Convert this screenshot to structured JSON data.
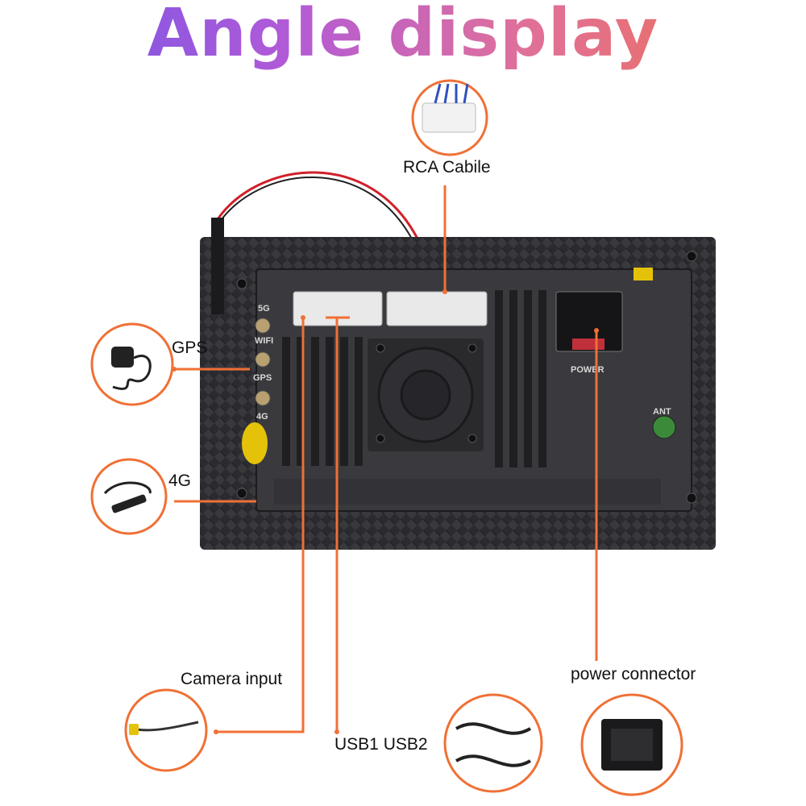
{
  "title": "Angle display",
  "labels": {
    "rca": "RCA Cabile",
    "gps": "GPS",
    "fourg": "4G",
    "camera": "Camera input",
    "usb": "USB1 USB2",
    "power": "power connector"
  },
  "port_labels": {
    "fiveg": "5G",
    "wifi": "WIFI",
    "gps": "GPS",
    "fourg": "4G",
    "power": "POWER",
    "ant": "ANT"
  },
  "colors": {
    "accent": "#f07035",
    "panel": "#2a2a2e",
    "title_start": "#6a55e8",
    "title_end": "#f0704a"
  }
}
